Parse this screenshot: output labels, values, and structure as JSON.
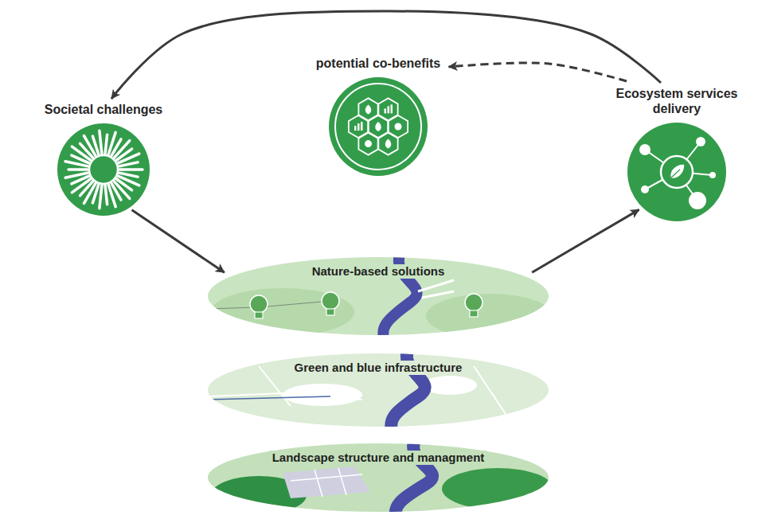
{
  "diagram": {
    "nodes": [
      {
        "text": [
          "Societal challenges"
        ]
      },
      {
        "text": [
          "potential co-benefits"
        ]
      },
      {
        "text": [
          "Ecosystem services delivery"
        ]
      },
      {
        "text": [
          "Nature-based solutions"
        ]
      },
      {
        "text": [
          "Green and blue infrastructure"
        ]
      },
      {
        "text": [
          "Landscape structure and managment"
        ]
      }
    ],
    "edges": [
      {
        "from": 0,
        "to": 3,
        "arrow": "to"
      },
      {
        "from": 3,
        "to": 2,
        "arrow": "to"
      },
      {
        "from": 2,
        "to": 0,
        "arrow": "to"
      },
      {
        "from": 2,
        "to": 1,
        "arrow": "to"
      }
    ]
  }
}
